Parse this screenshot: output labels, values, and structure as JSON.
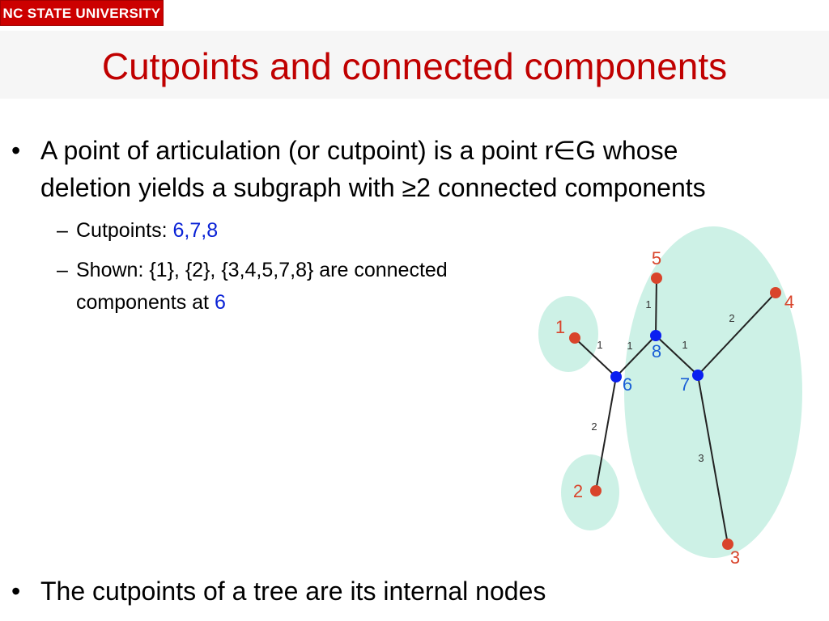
{
  "header": {
    "logo_text": "NC STATE UNIVERSITY",
    "title": "Cutpoints and connected components"
  },
  "bullets": [
    {
      "line1": "A point of articulation (or cutpoint) is a point r∈G whose",
      "line2": "deletion yields a subgraph with ≥2 connected components"
    },
    {
      "text": "The cutpoints of a tree are its internal nodes"
    }
  ],
  "subbullets": [
    {
      "prefix": "Cutpoints: ",
      "highlight": "6,7,8"
    },
    {
      "line1": "Shown: {1}, {2}, {3,4,5,7,8} are connected",
      "line2_prefix": "components at ",
      "highlight": "6"
    }
  ],
  "graph": {
    "nodes": [
      {
        "id": "1",
        "label": "1",
        "type": "leaf"
      },
      {
        "id": "2",
        "label": "2",
        "type": "leaf"
      },
      {
        "id": "3",
        "label": "3",
        "type": "leaf"
      },
      {
        "id": "4",
        "label": "4",
        "type": "leaf"
      },
      {
        "id": "5",
        "label": "5",
        "type": "leaf"
      },
      {
        "id": "6",
        "label": "6",
        "type": "cutpoint"
      },
      {
        "id": "7",
        "label": "7",
        "type": "cutpoint"
      },
      {
        "id": "8",
        "label": "8",
        "type": "cutpoint"
      }
    ],
    "edges": [
      {
        "from": "1",
        "to": "6",
        "weight": "1"
      },
      {
        "from": "2",
        "to": "6",
        "weight": "2"
      },
      {
        "from": "6",
        "to": "8",
        "weight": "1"
      },
      {
        "from": "5",
        "to": "8",
        "weight": "1"
      },
      {
        "from": "8",
        "to": "7",
        "weight": "1"
      },
      {
        "from": "7",
        "to": "4",
        "weight": "2"
      },
      {
        "from": "7",
        "to": "3",
        "weight": "3"
      }
    ],
    "colors": {
      "leaf": "#d9442b",
      "cutpoint": "#0a1ff0",
      "leaf_label": "#d9442b",
      "cutpoint_label": "#1a5fd6",
      "component_fill": "#cdf1e6",
      "edge": "#222222"
    }
  }
}
